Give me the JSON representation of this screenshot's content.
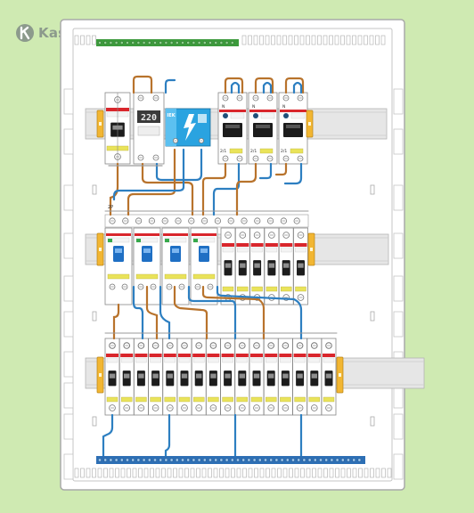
{
  "brand": {
    "name": "Kaspi.kz",
    "logo_icon": "kaspi-logo-icon"
  },
  "diagram": {
    "section_label": "2P",
    "row1": {
      "relay_display": "220",
      "relay_brand": "IEK",
      "rcd_top_labels": [
        "N",
        "N",
        "N"
      ],
      "rcd_bottom_labels": [
        "2/1",
        "2/1",
        "2/1"
      ]
    },
    "colors": {
      "background": "#cfeab2",
      "enclosure": "#ffffff",
      "din_rail": "#e6e6e6",
      "rail_clamp": "#f2b632",
      "wire_phase": "#b8732c",
      "wire_neutral": "#2d7fc1",
      "bus_green": "#3c9a3c",
      "bus_blue": "#2d6fb5",
      "breaker_red_band": "#d9262c",
      "rcd_blue_panel": "#2aa3e0",
      "terminal_yellow": "#e9e35a"
    }
  }
}
